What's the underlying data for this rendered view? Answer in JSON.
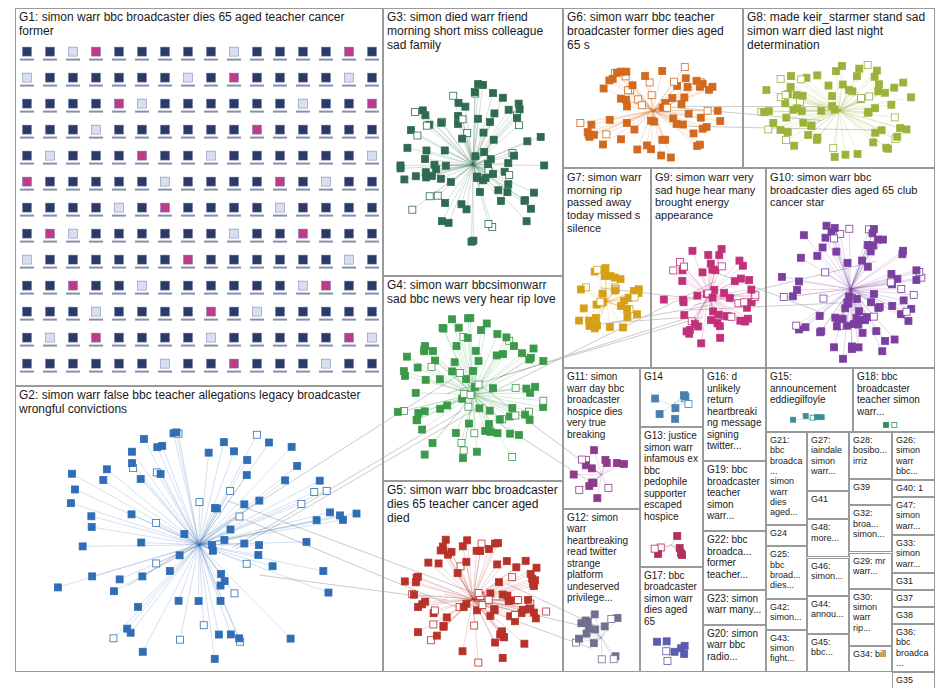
{
  "diagram": {
    "nodes": [
      {
        "text": [
          "G1: simon warr bbc broadcaster dies 65 aged teacher cancer former"
        ]
      },
      {
        "text": [
          "G2: simon warr false bbc teacher allegations legacy broadcaster wrongful convictions"
        ]
      },
      {
        "text": [
          "G3: simon died warr friend morning short miss colleague sad family"
        ]
      },
      {
        "text": [
          "G4: simon warr bbcsimonwarr sad bbc news very hear rip love"
        ]
      },
      {
        "text": [
          "G5: simon warr bbc broadcaster dies 65 teacher cancer aged died"
        ]
      },
      {
        "text": [
          "G6: simon warr bbc teacher broadcaster former dies aged 65 s"
        ]
      },
      {
        "text": [
          "G7: simon warr morning rip passed away today missed s silence"
        ]
      },
      {
        "text": [
          "G8: made keir_starmer stand sad simon warr died last night determination"
        ]
      },
      {
        "text": [
          "G9: simon warr very sad huge hear many brought energy appearance"
        ]
      },
      {
        "text": [
          "G10: simon warr bbc broadcaster dies aged 65 club cancer star"
        ]
      },
      {
        "text": [
          "G11: simon warr day bbc broadcaster hospice dies very true breaking"
        ]
      },
      {
        "text": [
          "G12: simon warr heartbreaking read twitter strange platform undeserved privilege..."
        ]
      },
      {
        "text": [
          "G13: justice simon warr infamous ex bbc pedophile supporter escaped hospice"
        ]
      },
      {
        "text": [
          "G14"
        ]
      },
      {
        "text": [
          "G15: announcement eddiegilfoyle"
        ]
      },
      {
        "text": [
          "G16: d unlikely return heartbreaking message signing twitter..."
        ]
      },
      {
        "text": [
          "G17: bbc broadcaster simon warr dies aged 65"
        ]
      },
      {
        "text": [
          "G18: bbc broadcaster teacher simon warr..."
        ]
      },
      {
        "text": [
          "G19: bbc broadcaster teacher simon warr..."
        ]
      },
      {
        "text": [
          "G20: simon warr bbc radio..."
        ]
      },
      {
        "text": [
          "G21: bbc broadca... simon warr dies aged..."
        ]
      },
      {
        "text": [
          "G22: bbc broadca... former teacher..."
        ]
      },
      {
        "text": [
          "G23: simon warr many..."
        ]
      },
      {
        "text": [
          "G24"
        ]
      },
      {
        "text": [
          "G25: bbc broad... dies..."
        ]
      },
      {
        "text": [
          "G26: simon warr bbc..."
        ]
      },
      {
        "text": [
          "G27: iaindale simon warr..."
        ]
      },
      {
        "text": [
          "G28: bosibo... irriz"
        ]
      },
      {
        "text": [
          "G29: mr warr..."
        ]
      },
      {
        "text": [
          "G30: simon warr rip..."
        ]
      },
      {
        "text": [
          "G31"
        ]
      },
      {
        "text": [
          "G32: broa... simon..."
        ]
      },
      {
        "text": [
          "G33: simon warr..."
        ]
      },
      {
        "text": [
          "G34: bill"
        ]
      },
      {
        "text": [
          "G35"
        ]
      },
      {
        "text": [
          "G36: bbc broadca..."
        ]
      },
      {
        "text": [
          "G37"
        ]
      },
      {
        "text": [
          "G38"
        ]
      },
      {
        "text": [
          "G39"
        ]
      },
      {
        "text": [
          "G40: 1"
        ]
      },
      {
        "text": [
          "G41"
        ]
      },
      {
        "text": [
          "G42: simon..."
        ]
      },
      {
        "text": [
          "G43: simon fight..."
        ]
      },
      {
        "text": [
          "G44: annou..."
        ]
      },
      {
        "text": [
          "G45: bbc..."
        ]
      },
      {
        "text": [
          "G46: simon..."
        ]
      },
      {
        "text": [
          "G47: simon warr..."
        ]
      },
      {
        "text": [
          "G48: more..."
        ]
      }
    ]
  }
}
